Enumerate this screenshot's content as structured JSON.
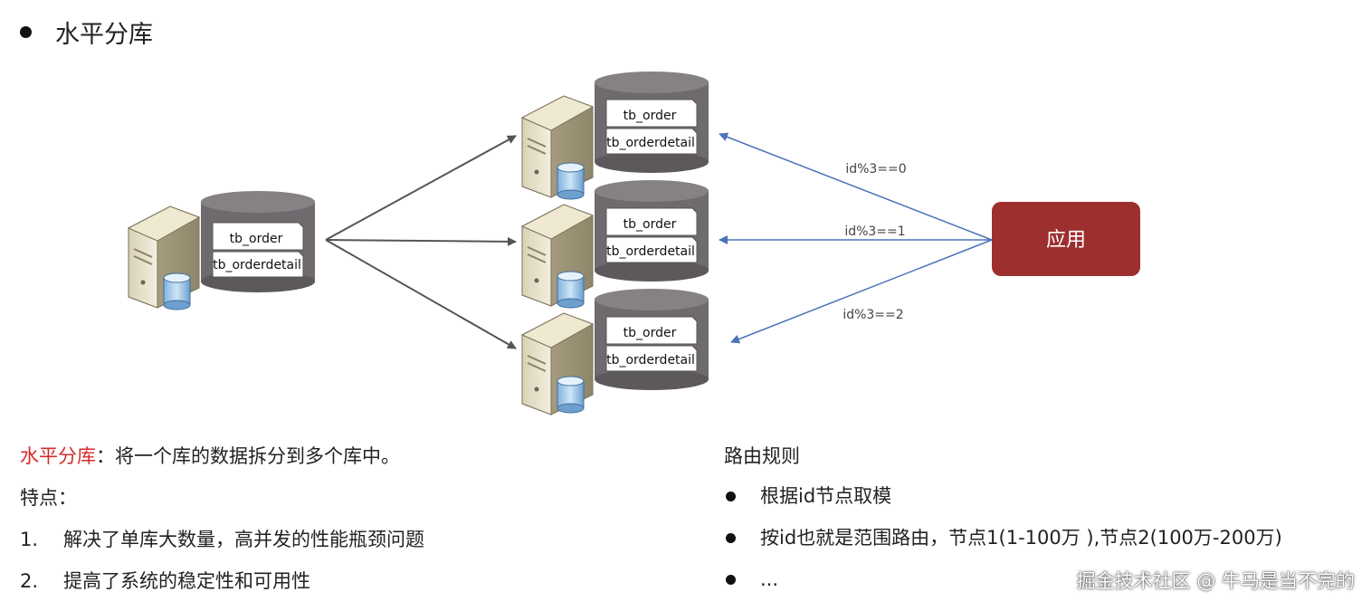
{
  "heading": "水平分库",
  "diagram": {
    "source_db": {
      "tables": [
        "tb_order",
        "tb_orderdetail"
      ]
    },
    "shards": [
      {
        "tables": [
          "tb_order",
          "tb_orderdetail"
        ],
        "rule": "id%3==0"
      },
      {
        "tables": [
          "tb_order",
          "tb_orderdetail"
        ],
        "rule": "id%3==1"
      },
      {
        "tables": [
          "tb_order",
          "tb_orderdetail"
        ],
        "rule": "id%3==2"
      }
    ],
    "app_label": "应用"
  },
  "left_text": {
    "term": "水平分库",
    "definition": "：将一个库的数据拆分到多个库中。",
    "features_label": "特点：",
    "features": [
      {
        "num": "1.",
        "text": "解决了单库大数量，高并发的性能瓶颈问题"
      },
      {
        "num": "2.",
        "text": "提高了系统的稳定性和可用性"
      }
    ]
  },
  "right_text": {
    "heading": "路由规则",
    "items": [
      "根据id节点取模",
      "按id也就是范围路由，节点1(1-100万 ),节点2(100万-200万)",
      "..."
    ]
  },
  "watermark": "掘金技术社区 @ 牛马是当不完的",
  "colors": {
    "accent_red": "#d62b2b",
    "app_box": "#9e2f2f",
    "arrow_blue": "#4a74b8",
    "db_gray": "#6e6a6e"
  }
}
